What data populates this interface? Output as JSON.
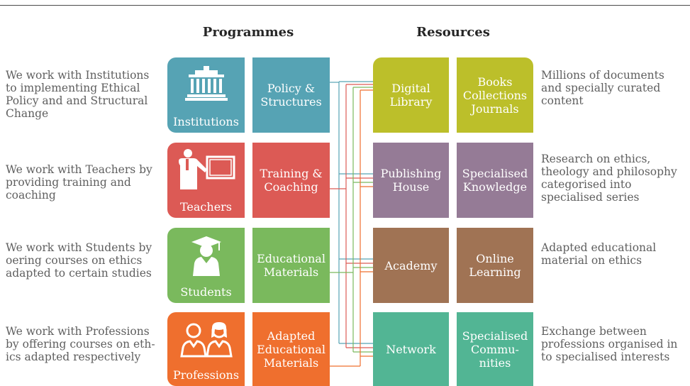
{
  "headings": {
    "programmes": "Programmes",
    "resources": "Resources"
  },
  "colors": {
    "institutions": "#56a3b4",
    "teachers": "#dc5a55",
    "students": "#7ab95d",
    "professions": "#ef6f2e",
    "library": "#bcbf2a",
    "publishing": "#957b96",
    "academy": "#a07354",
    "network": "#52b594"
  },
  "programmes": [
    {
      "description": "We work with Institutions\nto implementing Ethical\nPolicy and and Structural\nChange",
      "label": "Institutions",
      "icon": "building-icon",
      "programme": "Policy &\nStructures"
    },
    {
      "description": "We work with Teachers by\nproviding training and\ncoaching",
      "label": "Teachers",
      "icon": "teacher-board-icon",
      "programme": "Training &\nCoaching"
    },
    {
      "description": "We work with Students by\noering courses on ethics\nadapted to certain studies",
      "label": "Students",
      "icon": "graduate-icon",
      "programme": "Educational\nMaterials"
    },
    {
      "description": "We work with Professions\nby offering courses on eth-\nics adapted respectively",
      "label": "Professions",
      "icon": "professionals-icon",
      "programme": "Adapted\nEducational\nMaterials"
    }
  ],
  "resources": [
    {
      "name": "Digital\nLibrary",
      "detail": "Books\nCollections\nJournals",
      "description": "Millions of documents\nand specially curated\ncontent"
    },
    {
      "name": "Publishing\nHouse",
      "detail": "Specialised\nKnowledge",
      "description": "Research on ethics,\ntheology and philosophy\ncategorised into\nspecialised series"
    },
    {
      "name": "Academy",
      "detail": "Online\nLearning",
      "description": "Adapted educational\nmaterial on ethics"
    },
    {
      "name": "Network",
      "detail": "Specialised\nCommu-\nnities",
      "description": "Exchange between\nprofessions organised in\nto specialised interests"
    }
  ]
}
